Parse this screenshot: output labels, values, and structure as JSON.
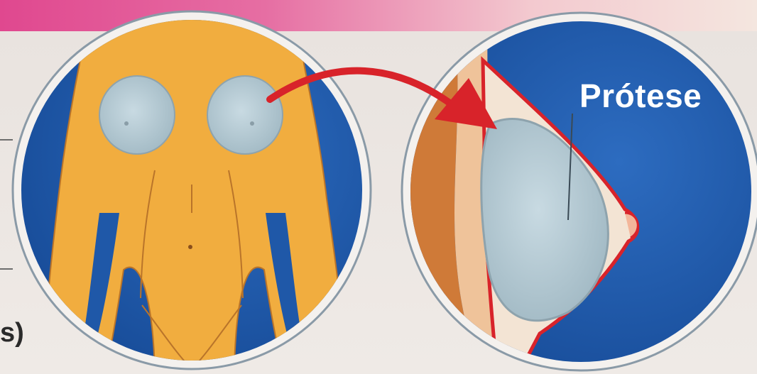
{
  "colors": {
    "header_pink": "#e0488f",
    "background": "#ece6e2",
    "skin": "#f1ad3f",
    "blue_bg": "#1b56a8",
    "implant": "#b9cfd8",
    "arrow_red": "#d8232a"
  },
  "left_circle": {
    "icon": "front-torso-illustration"
  },
  "right_circle": {
    "icon": "breast-cross-section-illustration",
    "label": "Prótese"
  },
  "arrow": {
    "icon": "curved-arrow-icon"
  },
  "edge_text": "s)"
}
